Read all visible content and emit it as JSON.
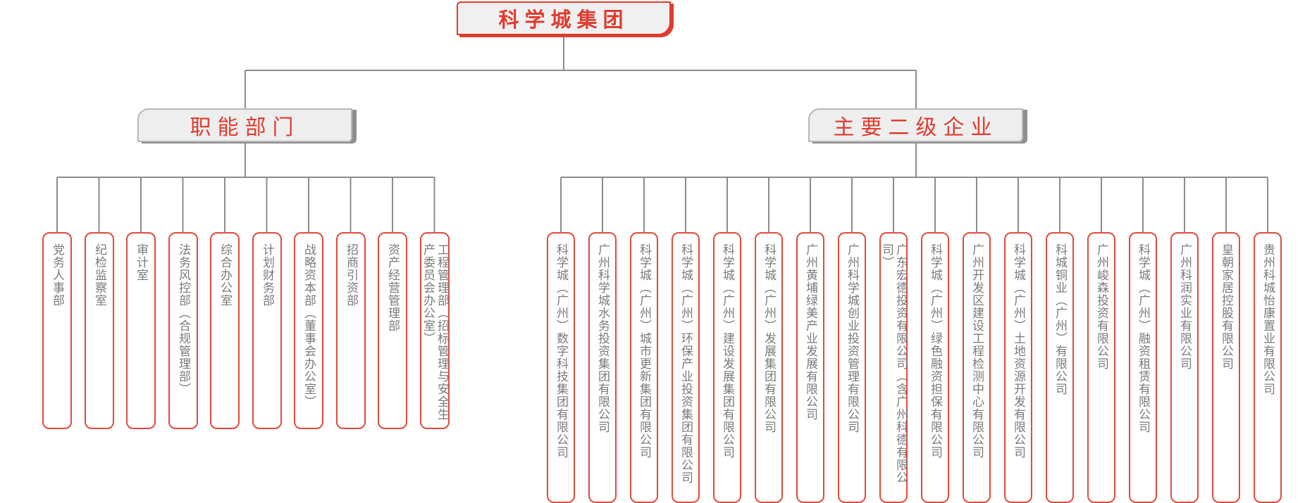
{
  "root": {
    "title": "科学城集团"
  },
  "groups": {
    "departments": {
      "title": "职能部门",
      "items": [
        "党务人事部",
        "纪检监察室",
        "审计室",
        "法务风控部（合规管理部）",
        "综合办公室",
        "计划财务部",
        "战略资本部（董事会办公室）",
        "招商引资部",
        "资产经营管理部",
        "工程管理部（招标管理与安全生产委员会办公室）"
      ]
    },
    "enterprises": {
      "title": "主要二级企业",
      "items": [
        "科学城（广州）数字科技集团有限公司",
        "广州科学城水务投资集团有限公司",
        "科学城（广州）城市更新集团有限公司",
        "科学城（广州）环保产业投资集团有限公司",
        "科学城（广州）建设发展集团有限公司",
        "科学城（广州）发展集团有限公司",
        "广州黄埔绿美产业发展有限公司",
        "广州科学城创业投资管理有限公司",
        "广东宏德投资有限公司（含广州科德有限公司）",
        "科学城（广州）绿色融资担保有限公司",
        "广州开发区建设工程检测中心有限公司",
        "科学城（广州）土地资源开发有限公司",
        "科城铜业（广州）有限公司",
        "广州峻森投资有限公司",
        "科学城（广州）融资租赁有限公司",
        "广州科润实业有限公司",
        "皇朝家居控股有限公司",
        "贵州科城怡康置业有限公司"
      ]
    }
  },
  "colors": {
    "accent": "#e03c2e",
    "connector": "#8c8c8c",
    "leaf_text": "#7a7a7a"
  }
}
